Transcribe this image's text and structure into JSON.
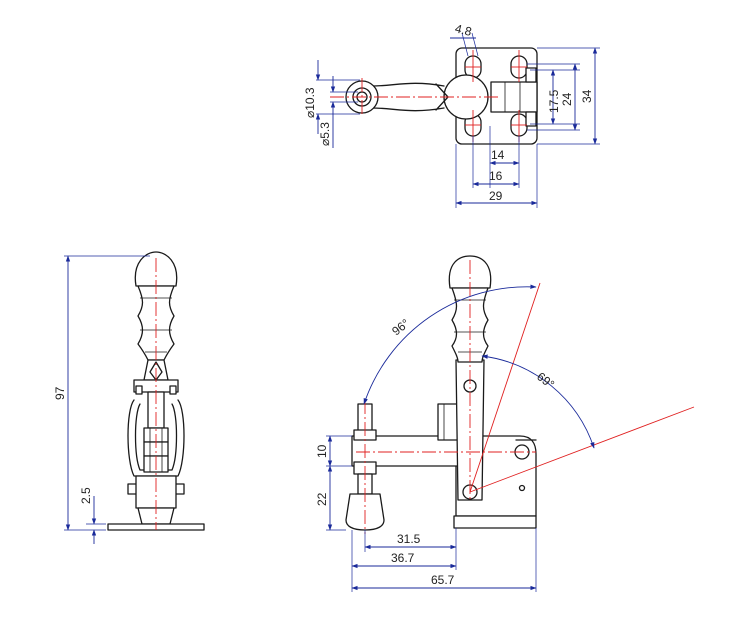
{
  "views": [
    "top-view",
    "side-view",
    "front-view"
  ],
  "dimensions": {
    "top_slot_width": "4.8",
    "top_dia_outer": "⌀10.3",
    "top_dia_inner": "⌀5.3",
    "top_hole_spacing_x_inner": "14",
    "top_hole_spacing_x_outer": "16",
    "top_base_width": "29",
    "top_hole_spacing_y_inner": "17.5",
    "top_hole_spacing_y_outer": "24",
    "top_base_depth": "34",
    "side_overall_height": "97",
    "side_base_thickness": "2.5",
    "front_bar_height": "10",
    "front_spindle_height": "22",
    "front_length_1": "31.5",
    "front_length_2": "36.7",
    "front_length_overall": "65.7",
    "front_angle_handle": "96°",
    "front_angle_bar": "69°"
  },
  "colors": {
    "outline": "#1a1a1a",
    "dimension": "#1a2a9a",
    "centerline": "#e02020"
  }
}
